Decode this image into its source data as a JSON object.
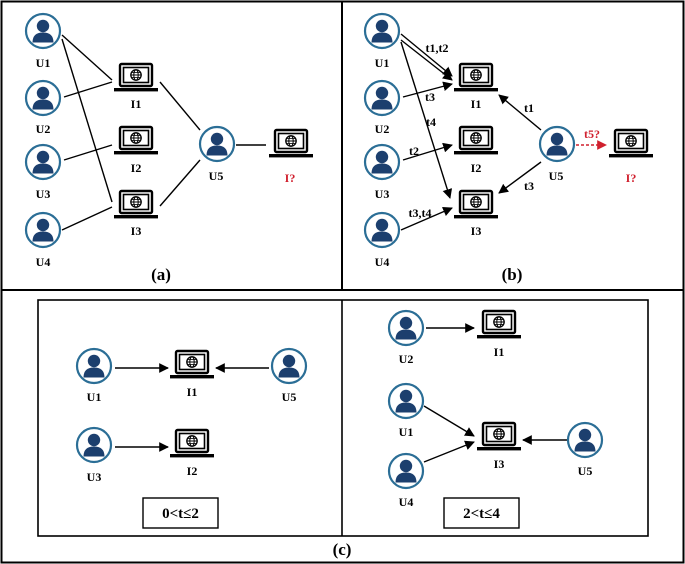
{
  "panel_a": {
    "caption": "(a)",
    "users": {
      "u1": "U1",
      "u2": "U2",
      "u3": "U3",
      "u4": "U4",
      "u5": "U5"
    },
    "items": {
      "i1": "I1",
      "i2": "I2",
      "i3": "I3",
      "unknown": "I?"
    }
  },
  "panel_b": {
    "caption": "(b)",
    "users": {
      "u1": "U1",
      "u2": "U2",
      "u3": "U3",
      "u4": "U4",
      "u5": "U5"
    },
    "items": {
      "i1": "I1",
      "i2": "I2",
      "i3": "I3",
      "unknown": "I?"
    },
    "edge_labels": {
      "u1_i1": "t1,t2",
      "u2_i1": "t3",
      "u1_i3": "t4",
      "u3_i2": "t2",
      "u4_i3": "t3,t4",
      "u5_i1": "t1",
      "u5_i3": "t3",
      "u5_unknown": "t5?"
    }
  },
  "panel_c": {
    "caption": "(c)",
    "left": {
      "range": "0<t≤2",
      "users": {
        "u1": "U1",
        "u3": "U3",
        "u5": "U5"
      },
      "items": {
        "i1": "I1",
        "i2": "I2"
      }
    },
    "right": {
      "range": "2<t≤4",
      "users": {
        "u2": "U2",
        "u1": "U1",
        "u4": "U4",
        "u5": "U5"
      },
      "items": {
        "i1": "I1",
        "i3": "I3"
      }
    }
  },
  "colors": {
    "user_fill": "#1c3f6e",
    "user_ring": "#2b6e96",
    "highlight": "#d0202e"
  }
}
